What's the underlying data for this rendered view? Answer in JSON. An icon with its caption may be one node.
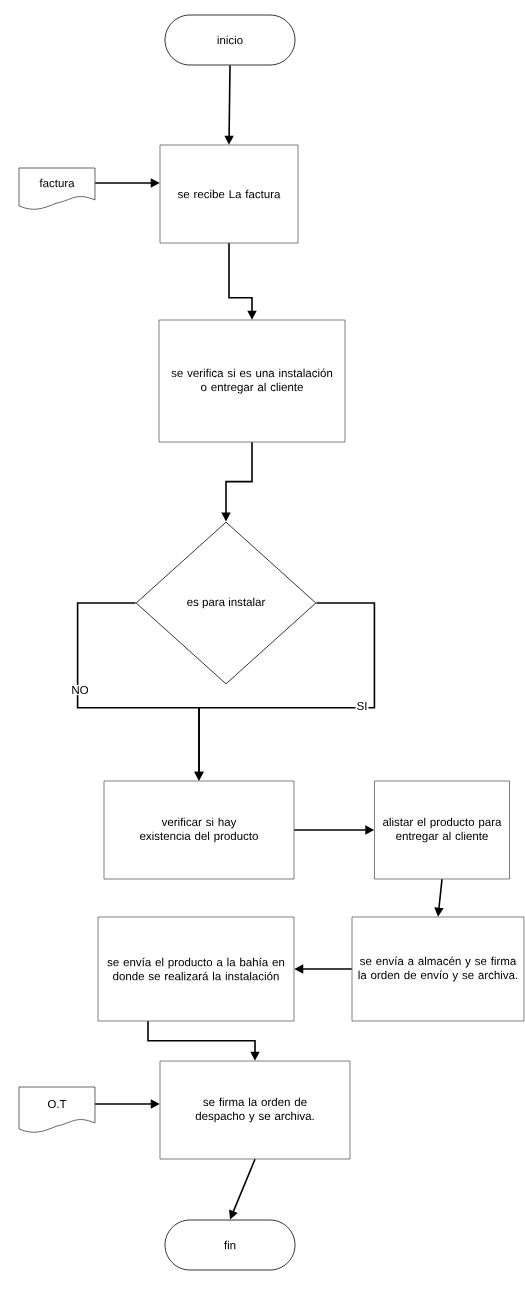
{
  "diagram": {
    "nodes": [
      {
        "text": [
          "inicio"
        ]
      },
      {
        "text": [
          "factura"
        ]
      },
      {
        "text": [
          "se recibe La factura"
        ]
      },
      {
        "text": [
          "se verifica si es una instalación o entregar al cliente"
        ]
      },
      {
        "text": [
          "es para instalar"
        ]
      },
      {
        "text": [
          "verificar si hay existencia del producto"
        ]
      },
      {
        "text": [
          "alistar el producto para entregar al cliente"
        ]
      },
      {
        "text": [
          "se envía a almacén y se firma la orden de envío y se archiva."
        ]
      },
      {
        "text": [
          "se envía el producto a la bahía en donde se realizará la instalación"
        ]
      },
      {
        "text": [
          "se firma la orden de despacho y se archiva."
        ]
      },
      {
        "text": [
          "O.T"
        ]
      },
      {
        "text": [
          "fin"
        ]
      }
    ],
    "edges": [
      {
        "from": 0,
        "to": 2,
        "arrow": "to"
      },
      {
        "from": 1,
        "to": 2,
        "arrow": "to"
      },
      {
        "from": 2,
        "to": 3,
        "arrow": "to"
      },
      {
        "from": 3,
        "to": 4,
        "arrow": "to"
      },
      {
        "from": 4,
        "to": 5,
        "arrow": "to",
        "label": "NO"
      },
      {
        "from": 4,
        "to": 5,
        "arrow": "to",
        "label": "SI"
      },
      {
        "from": 5,
        "to": 6,
        "arrow": "to"
      },
      {
        "from": 6,
        "to": 7,
        "arrow": "to"
      },
      {
        "from": 7,
        "to": 8,
        "arrow": "to"
      },
      {
        "from": 8,
        "to": 9,
        "arrow": "to"
      },
      {
        "from": 10,
        "to": 9,
        "arrow": "to"
      },
      {
        "from": 9,
        "to": 11,
        "arrow": "to"
      }
    ]
  }
}
